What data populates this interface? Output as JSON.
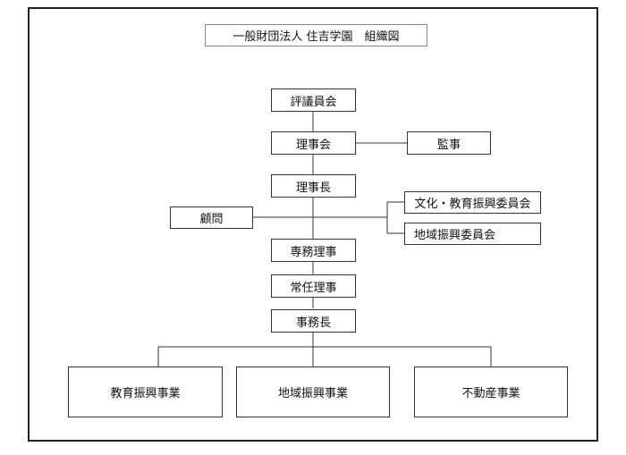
{
  "title": "一般財団法人 住吉学園　組織図",
  "nodes": {
    "hyogiinkai": "評議員会",
    "rijikai": "理事会",
    "kanji": "監事",
    "rijicho": "理事長",
    "komon": "顧問",
    "bunka_committee": "文化・教育振興委員会",
    "chiiki_committee": "地域振興委員会",
    "senmu_riji": "専務理事",
    "jonin_riji": "常任理事",
    "jimucho": "事務長",
    "kyoiku_jigyo": "教育振興事業",
    "chiiki_jigyo": "地域振興事業",
    "fudosan_jigyo": "不動産事業"
  }
}
